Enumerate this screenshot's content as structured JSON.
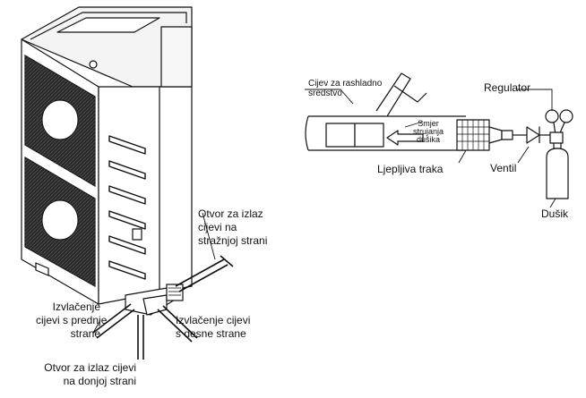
{
  "outdoor_unit": {
    "rear_outlet_label_line1": "Otvor za izlaz",
    "rear_outlet_label_line2": "cijevi na",
    "rear_outlet_label_line3": "stražnjoj strani",
    "front_pull_label_line1": "Izvlačenje",
    "front_pull_label_line2": "cijevi s prednje",
    "front_pull_label_line3": "strane",
    "right_pull_label_line1": "Izvlačenje cijevi",
    "right_pull_label_line2": "s desne strane",
    "bottom_outlet_label_line1": "Otvor za izlaz cijevi",
    "bottom_outlet_label_line2": "na donjoj strani"
  },
  "nitrogen_setup": {
    "refrigerant_pipe_line1": "Cijev za rashladno",
    "refrigerant_pipe_line2": "sredstvo",
    "flow_direction_line1": "Smjer",
    "flow_direction_line2": "strujanja",
    "flow_direction_line3": "dušika",
    "adhesive_tape": "Ljepljiva traka",
    "regulator": "Regulator",
    "valve": "Ventil",
    "nitrogen": "Dušik"
  }
}
